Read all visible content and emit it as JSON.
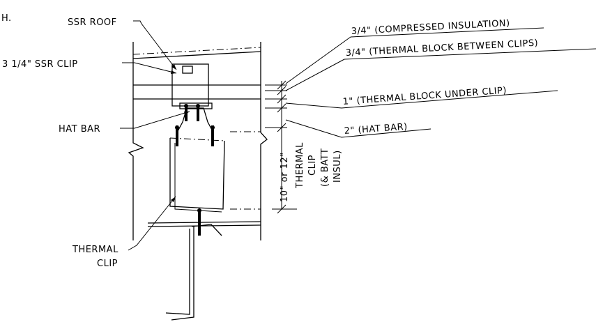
{
  "labels": {
    "partial": "H.",
    "ssr_roof": "SSR ROOF",
    "ssr_clip": "3 1/4\" SSR CLIP",
    "hat_bar": "HAT BAR",
    "thermal_clip_line1": "THERMAL",
    "thermal_clip_line2": "CLIP",
    "compressed_insulation": "3/4\" (COMPRESSED INSULATION)",
    "thermal_block_between": "3/4\" (THERMAL BLOCK BETWEEN CLIPS)",
    "thermal_block_under": "1\" (THERMAL BLOCK UNDER CLIP)",
    "hat_bar_dim": "2\" (HAT BAR)",
    "vertical_dim": "10\" or 12\"",
    "vertical_note_1": "THERMAL",
    "vertical_note_2": "CLIP",
    "vertical_note_3": "(& BATT",
    "vertical_note_4": "INSUL)"
  }
}
